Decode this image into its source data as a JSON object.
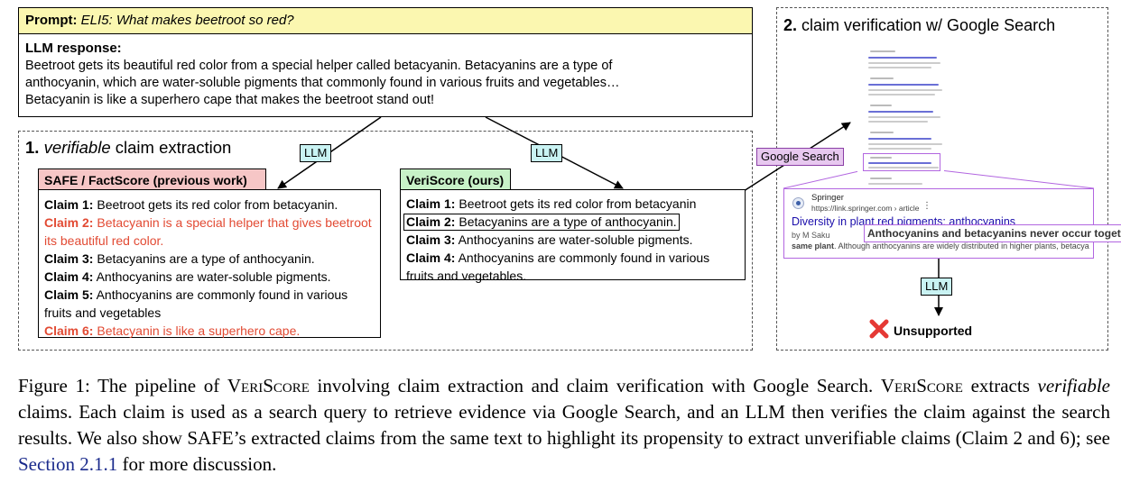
{
  "prompt": {
    "label": "Prompt:",
    "text": "ELI5: What makes beetroot so red?"
  },
  "response": {
    "title": "LLM response:",
    "lines": [
      "Beetroot gets its beautiful red color from a special helper called betacyanin. Betacyanins are a type of",
      "anthocyanin, which are water-soluble pigments that commonly found in various fruits and vegetables…",
      "Betacyanin is like a superhero cape that makes the beetroot stand out!"
    ]
  },
  "extraction": {
    "number": "1.",
    "italic": "verifiable",
    "rest": " claim extraction"
  },
  "llm_label": "LLM",
  "safe": {
    "header": "SAFE / FactScore (previous work)",
    "claims": [
      {
        "label": "Claim 1:",
        "text": " Beetroot gets its red color from betacyanin.",
        "unverifiable": false
      },
      {
        "label": "Claim 2:",
        "text": " Betacyanin is a special helper that gives beetroot its beautiful red color.",
        "unverifiable": true
      },
      {
        "label": "Claim 3:",
        "text": " Betacyanins are a type of anthocyanin.",
        "unverifiable": false
      },
      {
        "label": "Claim 4:",
        "text": " Anthocyanins are water-soluble pigments.",
        "unverifiable": false
      },
      {
        "label": "Claim 5:",
        "text": " Anthocyanins are commonly found in various fruits and vegetables",
        "unverifiable": false
      },
      {
        "label": "Claim 6:",
        "text": " Betacyanin is like a superhero cape.",
        "unverifiable": true
      }
    ]
  },
  "veriscore": {
    "header": "VeriScore (ours)",
    "claims": [
      {
        "label": "Claim 1:",
        "text": " Beetroot gets its red color from betacyanin"
      },
      {
        "label": "Claim 2:",
        "text": " Betacyanins are a type of anthocyanin."
      },
      {
        "label": "Claim 3:",
        "text": " Anthocyanins are water-soluble pigments."
      },
      {
        "label": "Claim 4:",
        "text": " Anthocyanins are commonly found in various fruits and vegetables."
      }
    ]
  },
  "verification": {
    "number": "2.",
    "rest": " claim verification w/ Google Search"
  },
  "google_search_label": "Google Search",
  "search_result": {
    "site": "Springer",
    "url": "https://link.springer.com › article",
    "title": "Diversity in plant red pigments: anthocyanins and ...",
    "meta": "by M Saku",
    "snippet_bold": "same plant",
    "snippet": ". Although anthocyanins are widely distributed in higher plants, betacyanins ...",
    "highlight": "Anthocyanins and betacyanins never occur together"
  },
  "verdict": "Unsupported",
  "caption": {
    "fig": "Figure 1: The pipeline of ",
    "sc1": "VeriScore",
    "p1": " involving claim extraction and claim verification with Google Search. ",
    "sc2": "VeriScore",
    "p2": " extracts ",
    "italic": "verifiable",
    "p3": " claims. Each claim is used as a search query to retrieve evidence via Google Search, and an LLM then verifies the claim against the search results. We also show SAFE’s extracted claims from the same text to highlight its propensity to extract unverifiable claims (Claim 2 and 6); see ",
    "link": "Section 2.1.1",
    "p4": " for more discussion."
  },
  "colors": {
    "prompt_bg": "#fbf7b0",
    "safe_header": "#f6c6c6",
    "veri_header": "#c8f2c8",
    "llm_tag": "#c9f3f3",
    "gs_tag": "#e7c8ef",
    "unverifiable_text": "#e24a33",
    "highlight": "#b266e0"
  }
}
